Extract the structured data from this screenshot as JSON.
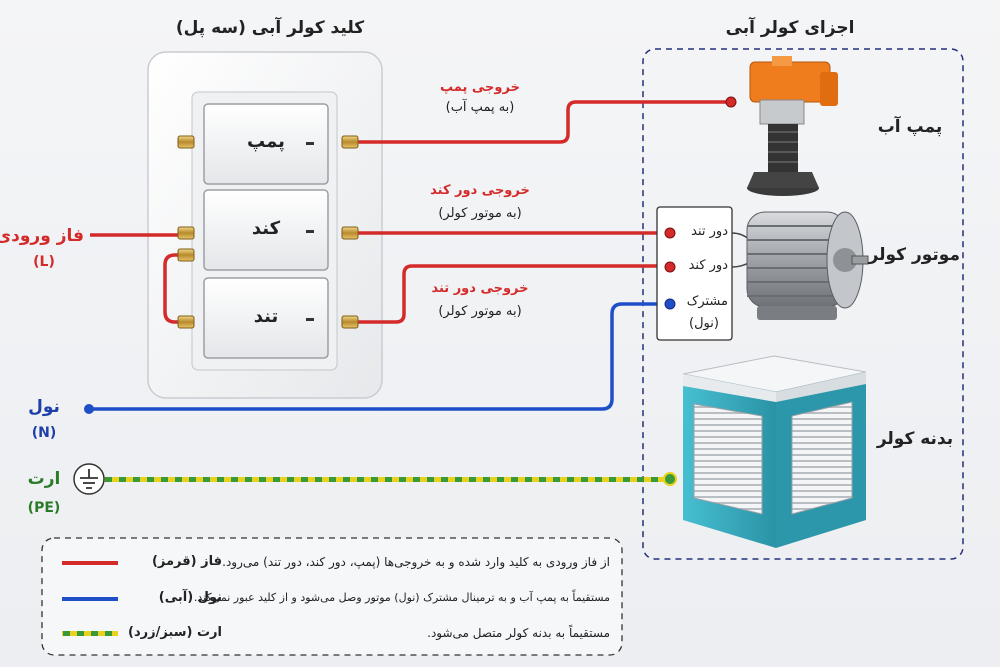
{
  "titles": {
    "switch_title": "کلید کولر آبی (سه پل)",
    "components_title": "اجزای کولر آبی"
  },
  "switch_buttons": [
    "پمپ",
    "کند",
    "تند"
  ],
  "outputs": {
    "pump": {
      "title": "خروجی پمپ",
      "sub": "(به پمپ آب)"
    },
    "slow": {
      "title": "خروجی دور کند",
      "sub": "(به موتور کولر)"
    },
    "fast": {
      "title": "خروجی دور تند",
      "sub": "(به موتور کولر)"
    }
  },
  "inputs": {
    "phase": {
      "label": "فاز ورودی",
      "code": "(L)"
    },
    "neutral": {
      "label": "نول",
      "code": "(N)"
    },
    "earth": {
      "label": "ارت",
      "code": "(PE)"
    }
  },
  "components": {
    "pump": "پمپ آب",
    "motor": "موتور کولر",
    "body": "بدنه کولر"
  },
  "motor_terminals": {
    "fast": "دور تند",
    "slow": "دور کند",
    "common": "مشترک",
    "common_sub": "(نول)"
  },
  "legend": [
    {
      "name": "فاز (قرمز)",
      "desc": "از فاز ورودی به کلید وارد شده و به خروجی‌ها (پمپ، دور کند، دور تند) می‌رود.",
      "color": "#d42a2a"
    },
    {
      "name": "نول (آبی)",
      "desc": "مستقیماً به پمپ آب و به ترمینال مشترک (نول) موتور وصل می‌شود و از کلید عبور نمی‌کند.",
      "color": "#1f4fc8"
    },
    {
      "name": "ارت (سبز/زرد)",
      "desc": "مستقیماً به بدنه کولر متصل می‌شود.",
      "color": "#3a9a3a"
    }
  ],
  "colors": {
    "phase": "#d42a2a",
    "neutral": "#1f4fc8",
    "earth_green": "#3a9a3a",
    "earth_yellow": "#e8d21e",
    "body": "#3fb6c8",
    "pump": "#ef7d1e"
  }
}
